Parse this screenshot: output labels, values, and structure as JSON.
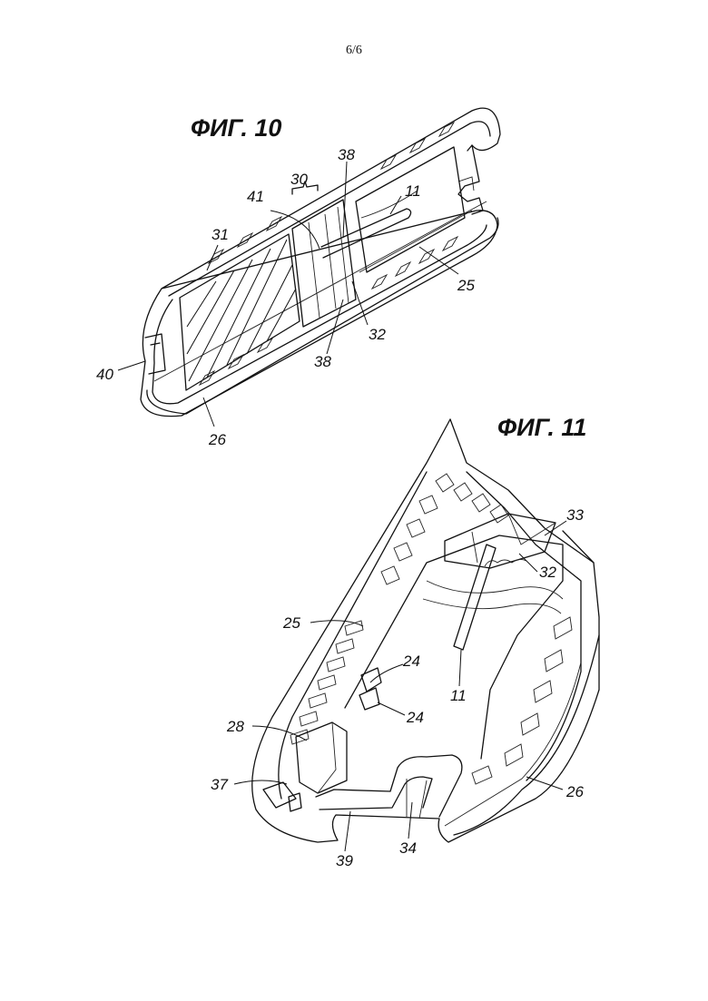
{
  "page": {
    "number": "6/6"
  },
  "figures": [
    {
      "title": "ФИГ. 10",
      "labels": [
        "30",
        "38",
        "41",
        "11",
        "31",
        "25",
        "32",
        "38",
        "40",
        "26"
      ]
    },
    {
      "title": "ФИГ. 11",
      "labels": [
        "33",
        "32",
        "25",
        "24",
        "11",
        "24",
        "28",
        "37",
        "26",
        "39",
        "34"
      ]
    }
  ]
}
